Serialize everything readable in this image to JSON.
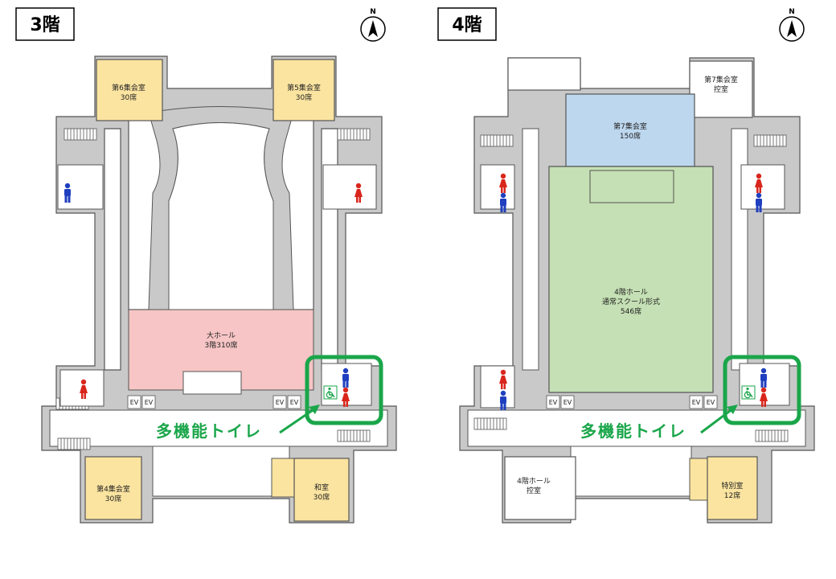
{
  "colors": {
    "wall": "#c9c9c9",
    "yellow_room": "#fbe4a0",
    "pink_hall": "#f7c5c5",
    "green_hall": "#c5e0b4",
    "blue_room": "#bdd7ee",
    "callout_green": "#1aa64a",
    "male_icon": "#1f3fbf",
    "female_icon": "#d9261c"
  },
  "floors": [
    {
      "floor_label": "3階",
      "north_label": "N",
      "rooms": {
        "room6": [
          "第6集会室",
          "30席"
        ],
        "room5": [
          "第5集会室",
          "30席"
        ],
        "grand_hall": [
          "大ホール",
          "3階310席"
        ],
        "room4": [
          "第4集会室",
          "30席"
        ],
        "japanese_room": [
          "和室",
          "30席"
        ]
      },
      "ev_labels": [
        "EV",
        "EV",
        "EV",
        "EV"
      ],
      "callout": "多機能トイレ"
    },
    {
      "floor_label": "4階",
      "north_label": "N",
      "rooms": {
        "room7_anteroom": [
          "第7集会室",
          "控室"
        ],
        "room7": [
          "第7集会室",
          "150席"
        ],
        "hall4": [
          "4階ホール",
          "通常スクール形式",
          "546席"
        ],
        "hall4_anteroom": [
          "4階ホール",
          "控室"
        ],
        "special_room": [
          "特別室",
          "12席"
        ]
      },
      "ev_labels": [
        "EV",
        "EV",
        "EV",
        "EV"
      ],
      "callout": "多機能トイレ"
    }
  ]
}
